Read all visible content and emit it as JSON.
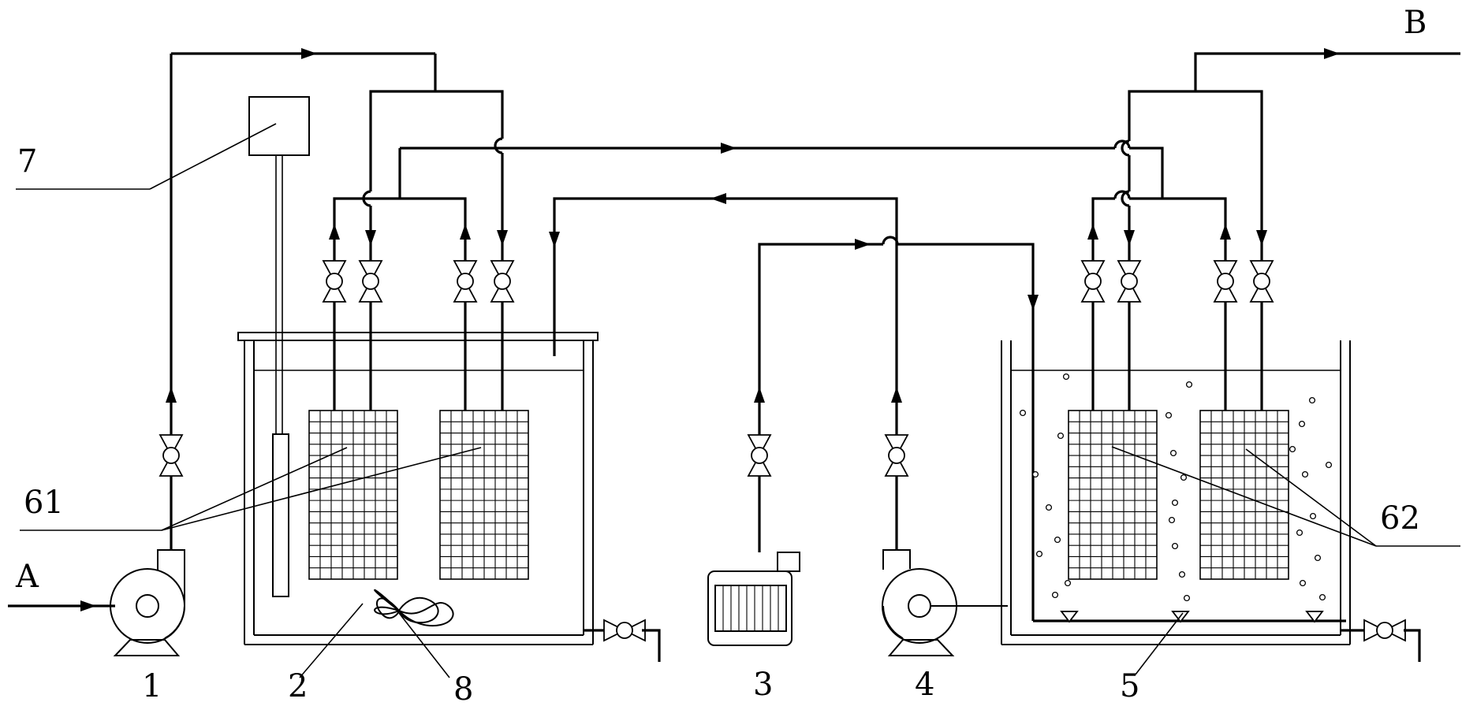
{
  "labels": {
    "pump_1": "1",
    "tank_2": "2",
    "blower_3": "3",
    "pump_4": "4",
    "tank_5": "5",
    "device_7": "7",
    "stirrer_8": "8",
    "membranes_61": "61",
    "membranes_62": "62",
    "inlet_a": "A",
    "outlet_b": "B"
  }
}
